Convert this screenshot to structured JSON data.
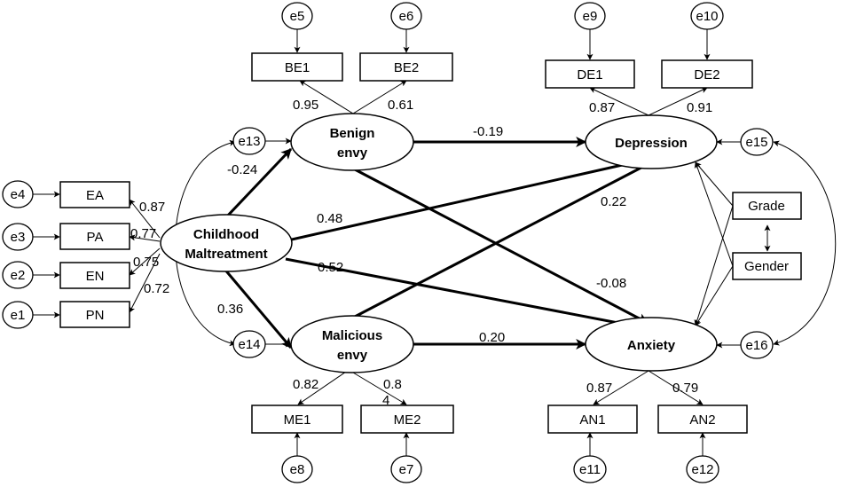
{
  "latent": {
    "benign_envy": [
      "Benign",
      "envy"
    ],
    "malicious_envy": [
      "Malicious",
      "envy"
    ],
    "childhood_maltreatment": [
      "Childhood",
      "Maltreatment"
    ],
    "depression": "Depression",
    "anxiety": "Anxiety"
  },
  "observed": {
    "be1": "BE1",
    "be2": "BE2",
    "de1": "DE1",
    "de2": "DE2",
    "me1": "ME1",
    "me2": "ME2",
    "an1": "AN1",
    "an2": "AN2",
    "ea": "EA",
    "pa": "PA",
    "en": "EN",
    "pn": "PN",
    "grade": "Grade",
    "gender": "Gender"
  },
  "errors": {
    "e1": "e1",
    "e2": "e2",
    "e3": "e3",
    "e4": "e4",
    "e5": "e5",
    "e6": "e6",
    "e7": "e7",
    "e8": "e8",
    "e9": "e9",
    "e10": "e10",
    "e11": "e11",
    "e12": "e12",
    "e13": "e13",
    "e14": "e14",
    "e15": "e15",
    "e16": "e16"
  },
  "loadings": {
    "be1": "0.95",
    "be2": "0.61",
    "de1": "0.87",
    "de2": "0.91",
    "me1": "0.82",
    "me2_a": "0.8",
    "me2_b": "4",
    "an1": "0.87",
    "an2": "0.79",
    "ea": "0.87",
    "pa": "0.77",
    "en": "0.75",
    "pn": "0.72"
  },
  "paths": {
    "cm_benign": "-0.24",
    "cm_malicious": "0.36",
    "cm_depression": "0.48",
    "cm_anxiety": "0.52",
    "benign_depression": "-0.19",
    "benign_anxiety": "-0.08",
    "malicious_depression": "0.22",
    "malicious_anxiety": "0.20"
  }
}
